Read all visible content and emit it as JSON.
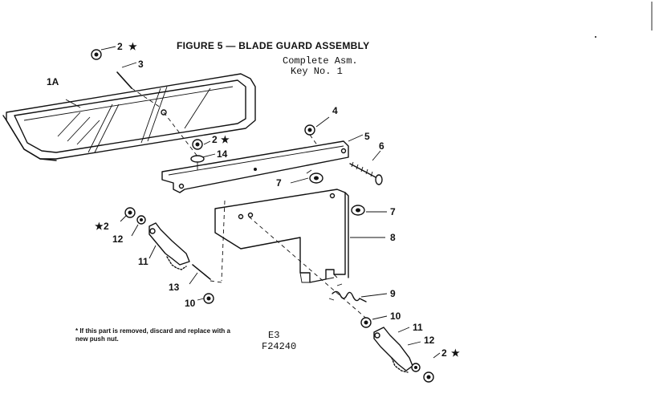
{
  "figure": {
    "title": "FIGURE 5 — BLADE GUARD ASSEMBLY",
    "complete_asm": "Complete Asm.",
    "key_no": "Key No. 1",
    "footnote": "* If this part is removed, discard and replace with a new push nut.",
    "code_e3": "E3",
    "code_f": "F24240"
  },
  "callouts": {
    "c1a": "1A",
    "c2_top": "2",
    "c3": "3",
    "c4": "4",
    "c5": "5",
    "c6": "6",
    "c2_mid": "2",
    "c14": "14",
    "c7_left": "7",
    "c7_right": "7",
    "c8": "8",
    "c2_left": "2",
    "c12_left": "12",
    "c11_left": "11",
    "c13": "13",
    "c10_left": "10",
    "c9": "9",
    "c10_right": "10",
    "c11_right": "11",
    "c12_right": "12",
    "c2_right": "2",
    "star": "★"
  }
}
